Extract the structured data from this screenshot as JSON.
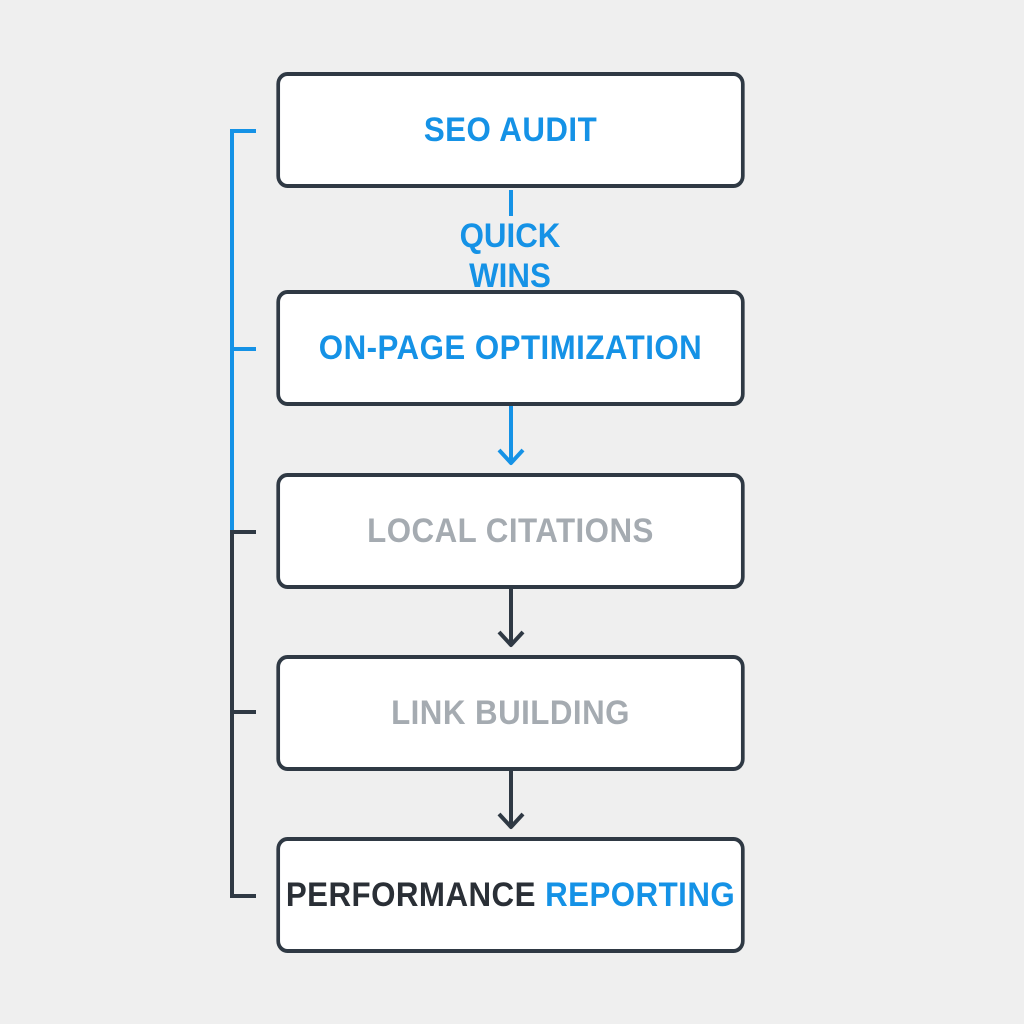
{
  "steps": {
    "seo_audit": "SEO AUDIT",
    "on_page": "ON-PAGE OPTIMIZATION",
    "local_citations": "LOCAL CITATIONS",
    "link_building": "LINK BUILDING",
    "performance_reporting_dark": "PERFORMANCE",
    "performance_reporting_blue": "REPORTING"
  },
  "connector_labels": {
    "audit_to_onpage": "QUICK WINS"
  },
  "colors": {
    "accent_blue": "#1592e6",
    "dark_outline": "#2f3944",
    "muted_text": "#a5abb1",
    "background": "#efefef"
  }
}
